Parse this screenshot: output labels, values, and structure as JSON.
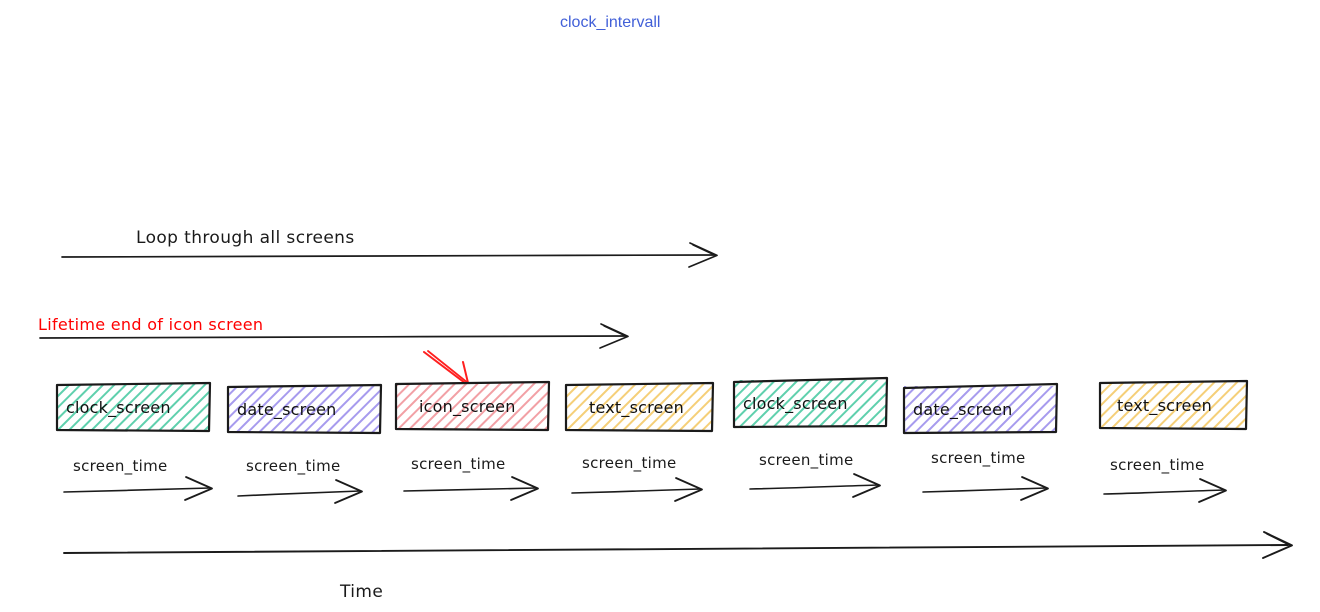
{
  "title": {
    "text": "clock_intervall",
    "color": "#4260d8"
  },
  "annotations": {
    "loop_arrow_label": "Loop through all screens",
    "lifetime_arrow_label": "Lifetime end of icon screen",
    "lifetime_color": "#ff0000",
    "time_axis_label": "Time"
  },
  "screens": [
    {
      "label": "clock_screen",
      "color": "#3fbf9a",
      "fill": "#d9f2e8"
    },
    {
      "label": "date_screen",
      "color": "#8b7ee0",
      "fill": "#e3dffa"
    },
    {
      "label": "icon_screen",
      "color": "#e8606a",
      "fill": "#fadddf"
    },
    {
      "label": "text_screen",
      "color": "#efb33c",
      "fill": "#fbeccb"
    },
    {
      "label": "clock_screen",
      "color": "#3fbf9a",
      "fill": "#d9f2e8"
    },
    {
      "label": "date_screen",
      "color": "#8b7ee0",
      "fill": "#e3dffa"
    },
    {
      "label": "text_screen",
      "color": "#efb33c",
      "fill": "#fbeccb"
    }
  ],
  "screen_time_labels": [
    "screen_time",
    "screen_time",
    "screen_time",
    "screen_time",
    "screen_time",
    "screen_time",
    "screen_time"
  ],
  "icons": {
    "pointer_arrow": "red-arrow-icon",
    "loop_arrow": "right-arrow-icon",
    "lifetime_arrow": "right-arrow-icon",
    "time_arrow": "right-arrow-icon"
  }
}
